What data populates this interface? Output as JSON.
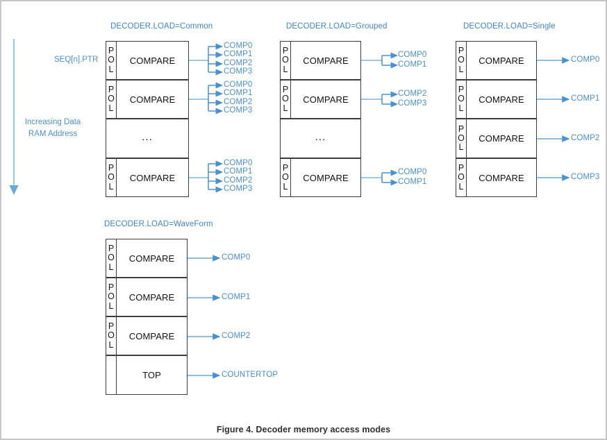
{
  "figure": {
    "caption": "Figure 4. Decoder memory access modes",
    "accent_blue": "#4a90cf",
    "title_blue": "#3f86c8",
    "box_border": "#3b3b3b",
    "frame_border": "#c4c6c8"
  },
  "axis": {
    "pointer_label": "SEQ[n].PTR",
    "direction_label_line1": "Increasing Data",
    "direction_label_line2": "RAM Address"
  },
  "pol": {
    "letters": [
      "P",
      "O",
      "L"
    ]
  },
  "panels": [
    {
      "id": "common",
      "title": "DECODER.LOAD=Common",
      "rows": [
        {
          "pol": true,
          "label": "COMPARE",
          "outputs": [
            "COMP0",
            "COMP1",
            "COMP2",
            "COMP3"
          ]
        },
        {
          "pol": true,
          "label": "COMPARE",
          "outputs": [
            "COMP0",
            "COMP1",
            "COMP2",
            "COMP3"
          ]
        },
        {
          "pol": false,
          "label": "...",
          "outputs": []
        },
        {
          "pol": true,
          "label": "COMPARE",
          "outputs": [
            "COMP0",
            "COMP1",
            "COMP2",
            "COMP3"
          ]
        }
      ]
    },
    {
      "id": "grouped",
      "title": "DECODER.LOAD=Grouped",
      "rows": [
        {
          "pol": true,
          "label": "COMPARE",
          "outputs": [
            "COMP0",
            "COMP1"
          ]
        },
        {
          "pol": true,
          "label": "COMPARE",
          "outputs": [
            "COMP2",
            "COMP3"
          ]
        },
        {
          "pol": false,
          "label": "...",
          "outputs": []
        },
        {
          "pol": true,
          "label": "COMPARE",
          "outputs": [
            "COMP0",
            "COMP1"
          ]
        }
      ]
    },
    {
      "id": "single",
      "title": "DECODER.LOAD=Single",
      "rows": [
        {
          "pol": true,
          "label": "COMPARE",
          "outputs": [
            "COMP0"
          ]
        },
        {
          "pol": true,
          "label": "COMPARE",
          "outputs": [
            "COMP1"
          ]
        },
        {
          "pol": true,
          "label": "COMPARE",
          "outputs": [
            "COMP2"
          ]
        },
        {
          "pol": true,
          "label": "COMPARE",
          "outputs": [
            "COMP3"
          ]
        }
      ]
    },
    {
      "id": "waveform",
      "title": "DECODER.LOAD=WaveForm",
      "rows": [
        {
          "pol": true,
          "label": "COMPARE",
          "outputs": [
            "COMP0"
          ]
        },
        {
          "pol": true,
          "label": "COMPARE",
          "outputs": [
            "COMP1"
          ]
        },
        {
          "pol": true,
          "label": "COMPARE",
          "outputs": [
            "COMP2"
          ]
        },
        {
          "pol": false,
          "label": "TOP",
          "outputs": [
            "COUNTERTOP"
          ]
        }
      ]
    }
  ]
}
